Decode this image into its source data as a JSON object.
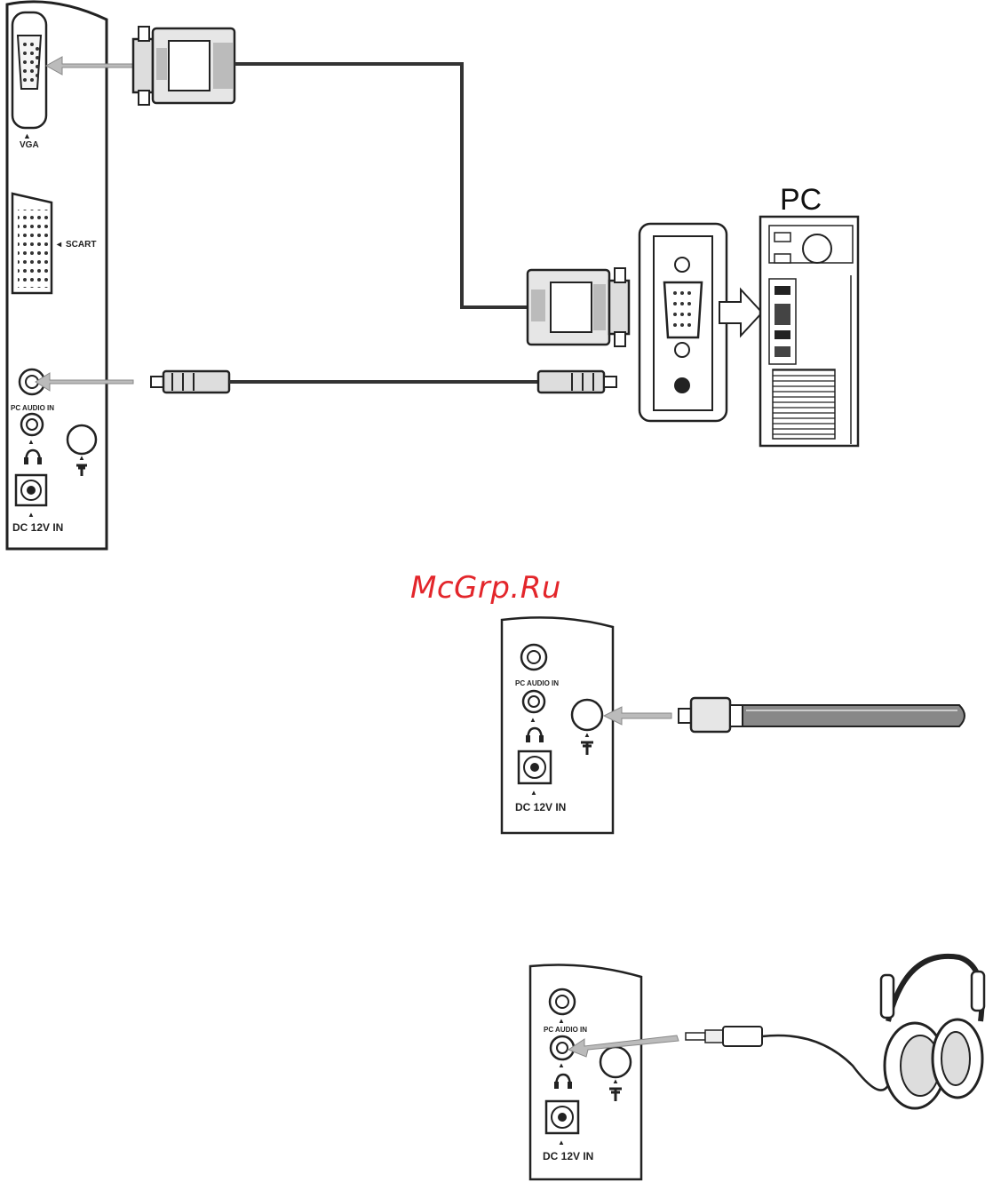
{
  "watermark": "McGrp.Ru",
  "diagram1": {
    "vga_label": "VGA",
    "scart_label": "SCART",
    "pc_audio_in_label": "PC AUDIO IN",
    "dc_label": "DC 12V IN",
    "pc_label": "PC",
    "headphone_icon": "headphone-icon",
    "antenna_icon": "antenna-icon"
  },
  "diagram2": {
    "pc_audio_in_label": "PC AUDIO IN",
    "dc_label": "DC 12V IN",
    "headphone_icon": "headphone-icon",
    "antenna_icon": "antenna-icon"
  },
  "diagram3": {
    "pc_audio_in_label": "PC AUDIO IN",
    "dc_label": "DC 12V IN",
    "headphone_icon": "headphone-icon",
    "antenna_icon": "antenna-icon"
  },
  "colors": {
    "line": "#222222",
    "cable": "#555555",
    "arrow_fill": "#bbbbbb",
    "connector_fill": "#e6e6e6",
    "watermark": "#e3262b"
  }
}
